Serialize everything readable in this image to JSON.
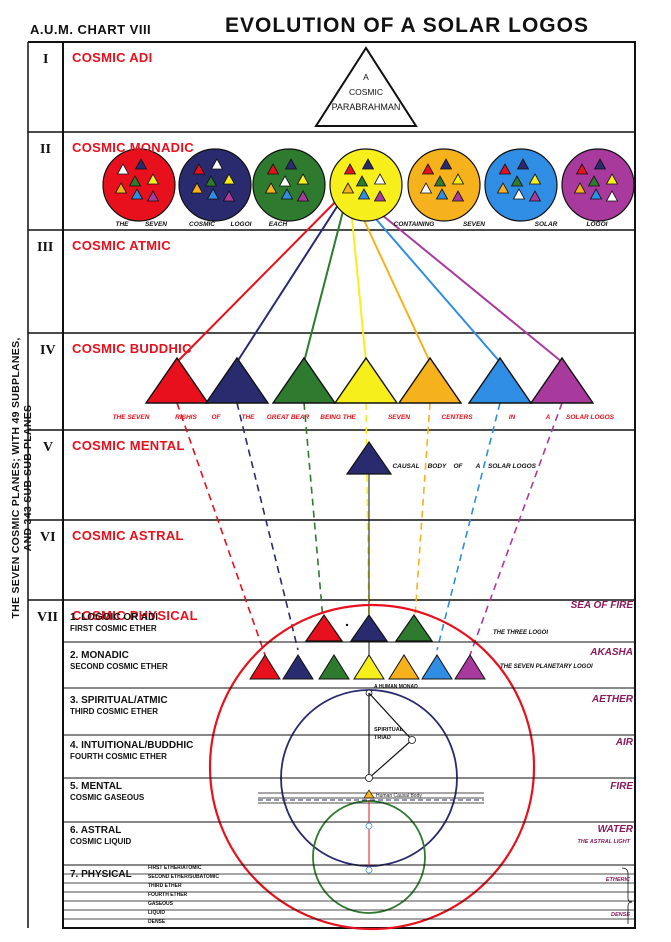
{
  "header": {
    "left": "A.U.M. CHART VIII",
    "title": "EVOLUTION OF A SOLAR LOGOS"
  },
  "side_text": "THE SEVEN COSMIC PLANES; WITH 49 SUBPLANES, AND 343 SUB-SUB-PLANES",
  "planes": [
    {
      "numeral": "I",
      "name": "COSMIC ADI"
    },
    {
      "numeral": "II",
      "name": "COSMIC MONADIC"
    },
    {
      "numeral": "III",
      "name": "COSMIC ATMIC"
    },
    {
      "numeral": "IV",
      "name": "COSMIC BUDDHIC"
    },
    {
      "numeral": "V",
      "name": "COSMIC MENTAL"
    },
    {
      "numeral": "VI",
      "name": "COSMIC ASTRAL"
    },
    {
      "numeral": "VII",
      "name": "COSMIC PHYSICAL"
    }
  ],
  "apex": [
    "A",
    "COSMIC",
    "PARABRAHMAN"
  ],
  "logoi_words": [
    "THE",
    "SEVEN",
    "COSMIC",
    "LOGOI",
    "EACH",
    "CONTAINING",
    "SEVEN",
    "SOLAR",
    "LOGOI"
  ],
  "rishis_words": [
    "THE SEVEN",
    "RISHIS",
    "OF",
    "THE",
    "GREAT BEAR",
    "BEING THE",
    "SEVEN",
    "CENTERS",
    "IN",
    "A",
    "SOLAR LOGOS"
  ],
  "causal_words": [
    "CAUSAL",
    "BODY",
    "OF",
    "A",
    "SOLAR LOGOS"
  ],
  "ray_colors": [
    "#e8101c",
    "#2a2a6e",
    "#2e7a2e",
    "#f7ef1c",
    "#f6b21c",
    "#2f8de4",
    "#a83a9e"
  ],
  "physical_subplanes": [
    {
      "name": "1. LOGOIC OR ADI",
      "sub": "FIRST COSMIC ETHER",
      "right": "SEA OF FIRE"
    },
    {
      "name": "2. MONADIC",
      "sub": "SECOND COSMIC ETHER",
      "right": "AKASHA"
    },
    {
      "name": "3. SPIRITUAL/ATMIC",
      "sub": "THIRD COSMIC ETHER",
      "right": "AETHER"
    },
    {
      "name": "4. INTUITIONAL/BUDDHIC",
      "sub": "FOURTH COSMIC ETHER",
      "right": "AIR"
    },
    {
      "name": "5. MENTAL",
      "sub": "COSMIC GASEOUS",
      "right": "FIRE"
    },
    {
      "name": "6. ASTRAL",
      "sub": "COSMIC LIQUID",
      "right": "WATER"
    },
    {
      "name": "7. PHYSICAL",
      "sub": "",
      "right": ""
    }
  ],
  "physical_sub_levels": [
    "FIRST ETHER/ATOMIC",
    "SECOND ETHER/SUBATOMIC",
    "THIRD ETHER",
    "FOURTH ETHER",
    "GASEOUS",
    "LIQUID",
    "DENSE"
  ],
  "labels": {
    "three_logoi": "THE THREE LOGOI",
    "seven_planetary": "THE SEVEN PLANETARY LOGOI",
    "human_monad": "A HUMAN MONAD",
    "spiritual_triad": [
      "SPIRITUAL",
      "TRIAD"
    ],
    "human_causal": "Human Causal Body",
    "astral_light": "THE ASTRAL LIGHT",
    "etheric": "ETHERIC",
    "dense": "DENSE"
  }
}
